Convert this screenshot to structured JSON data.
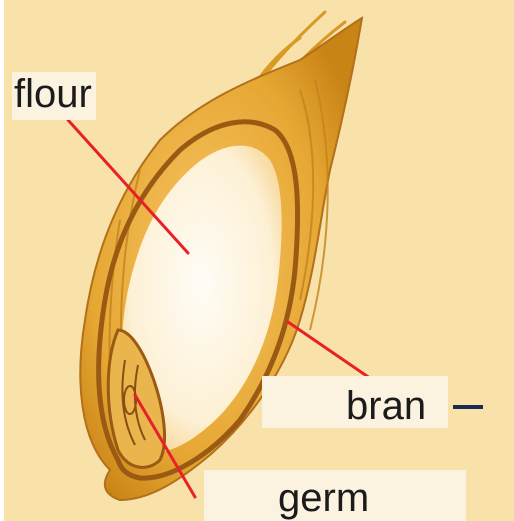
{
  "diagram": {
    "labels": {
      "flour": "flour",
      "bran": "bran",
      "germ": "germ"
    },
    "colors": {
      "background": "#f8e2aa",
      "label_box": "#fbf2e0",
      "leader_line": "#e8202a",
      "grain_husk": "#e3a52a",
      "grain_edge": "#9a5a14",
      "endosperm": "#fffaf0",
      "dash": "#1c2a52"
    }
  }
}
